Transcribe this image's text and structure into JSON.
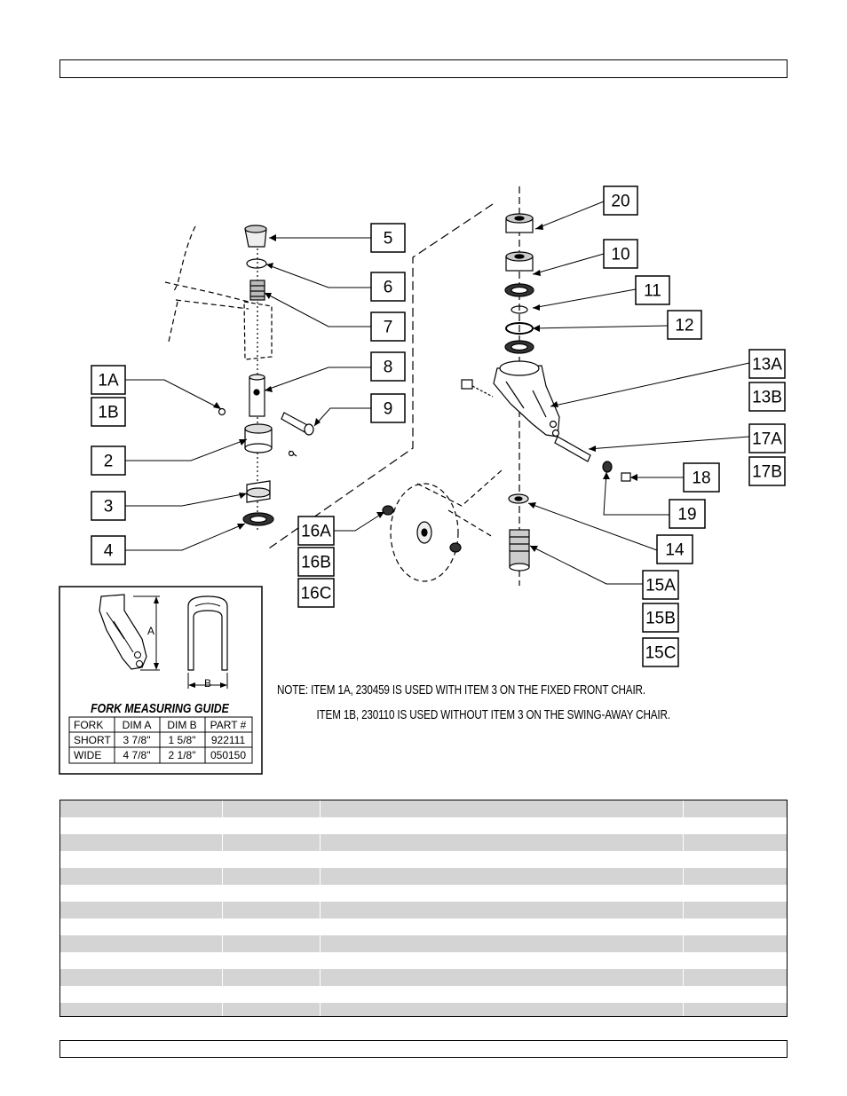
{
  "callouts": {
    "c20": "20",
    "c10": "10",
    "c11": "11",
    "c12": "12",
    "c13a": "13A",
    "c13b": "13B",
    "c17a": "17A",
    "c17b": "17B",
    "c18": "18",
    "c19": "19",
    "c14": "14",
    "c15a": "15A",
    "c15b": "15B",
    "c15c": "15C",
    "c5": "5",
    "c6": "6",
    "c7": "7",
    "c8": "8",
    "c9": "9",
    "c1a": "1A",
    "c1b": "1B",
    "c2": "2",
    "c3": "3",
    "c4": "4",
    "c16a": "16A",
    "c16b": "16B",
    "c16c": "16C"
  },
  "fork_guide": {
    "dim_a": "A",
    "dim_b": "B",
    "title": "FORK MEASURING GUIDE",
    "headers": [
      "FORK",
      "DIM A",
      "DIM B",
      "PART #"
    ],
    "rows": [
      [
        "SHORT",
        "3 7/8\"",
        "1 5/8\"",
        "922111"
      ],
      [
        "WIDE",
        "4 7/8\"",
        "2 1/8\"",
        "050150"
      ]
    ]
  },
  "note": {
    "line1": "NOTE:  ITEM 1A, 230459 IS USED WITH ITEM 3 ON THE FIXED FRONT CHAIR.",
    "line2": "ITEM 1B, 230110 IS USED WITHOUT ITEM 3 ON THE SWING-AWAY CHAIR."
  },
  "colors": {
    "row_shade": "#d4d4d4",
    "ink": "#000000"
  }
}
